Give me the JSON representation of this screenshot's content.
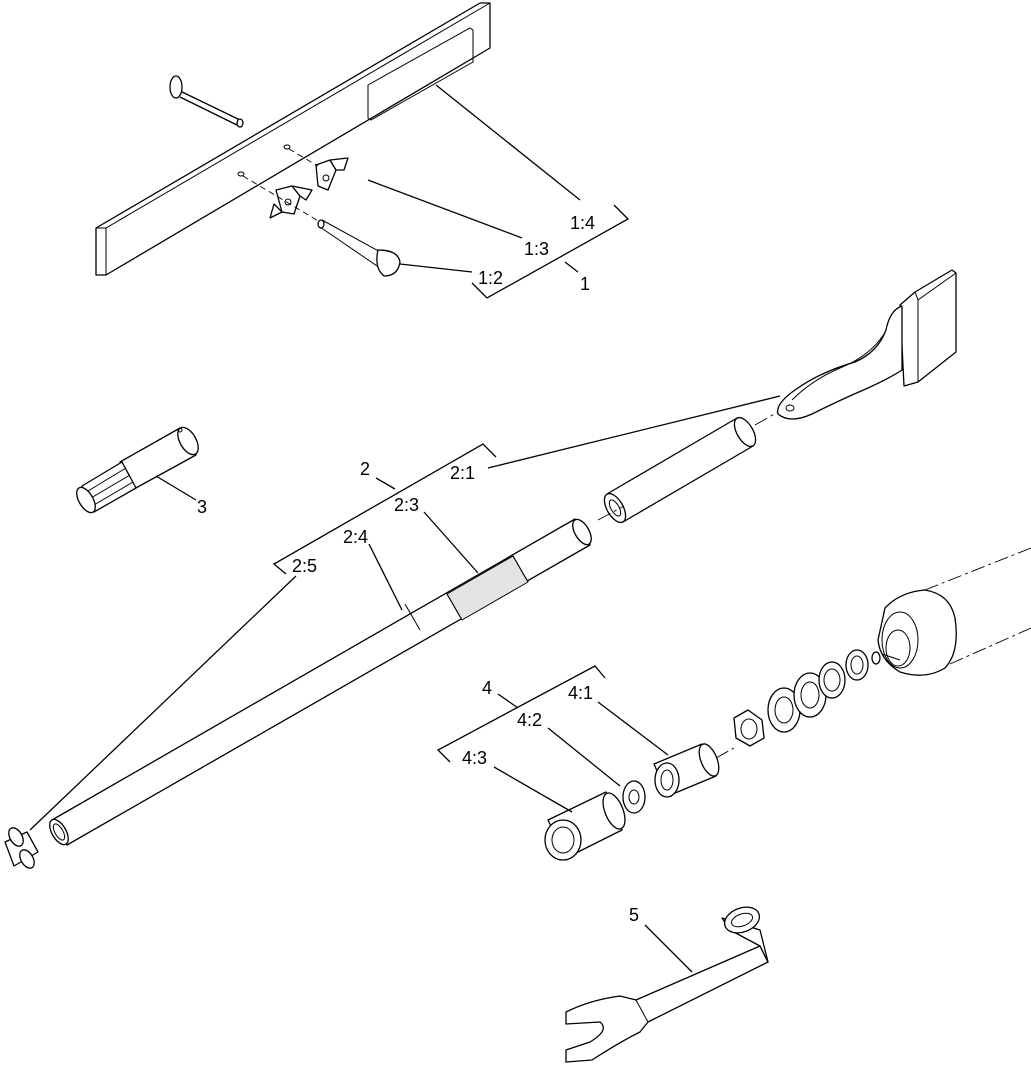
{
  "callouts": {
    "c1": "1",
    "c1_2": "1:2",
    "c1_3": "1:3",
    "c1_4": "1:4",
    "c2": "2",
    "c2_1": "2:1",
    "c2_3": "2:3",
    "c2_4": "2:4",
    "c2_5": "2:5",
    "c3": "3",
    "c4": "4",
    "c4_1": "4:1",
    "c4_2": "4:2",
    "c4_3": "4:3",
    "c5": "5"
  }
}
